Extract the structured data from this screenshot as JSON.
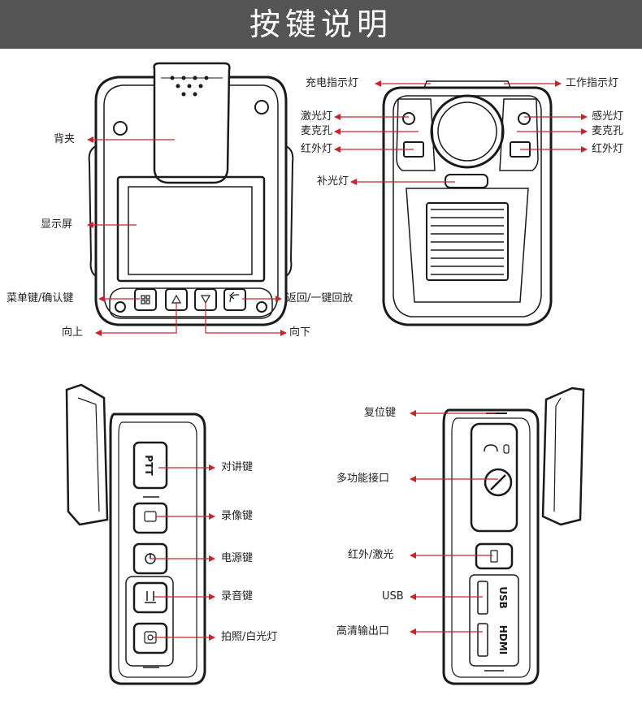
{
  "header": {
    "title": "按键说明",
    "background": "#545454",
    "text_color": "#ffffff"
  },
  "accent_color": "#c8242b",
  "labels": {
    "back_clip": "背夹",
    "screen": "显示屏",
    "menu_confirm": "菜单键/确认键",
    "up": "向上",
    "down": "向下",
    "back_playback": "返回/一键回放",
    "charge_indicator": "充电指示灯",
    "work_indicator": "工作指示灯",
    "laser_light": "激光灯",
    "light_sensor": "感光灯",
    "mic_left": "麦克孔",
    "mic_right": "麦克孔",
    "ir_left": "红外灯",
    "ir_right": "红外灯",
    "fill_light": "补光灯",
    "ptt": "对讲键",
    "record_video": "录像键",
    "power": "电源键",
    "record_audio": "录音键",
    "photo_light": "拍照/白光灯",
    "reset": "复位键",
    "multi_port": "多功能接口",
    "ir_laser": "红外/激光",
    "usb": "USB",
    "hdmi_out": "高清输出口"
  },
  "device_marks": {
    "ptt": "PTT",
    "usb": "USB",
    "hdmi": "HDMI"
  }
}
